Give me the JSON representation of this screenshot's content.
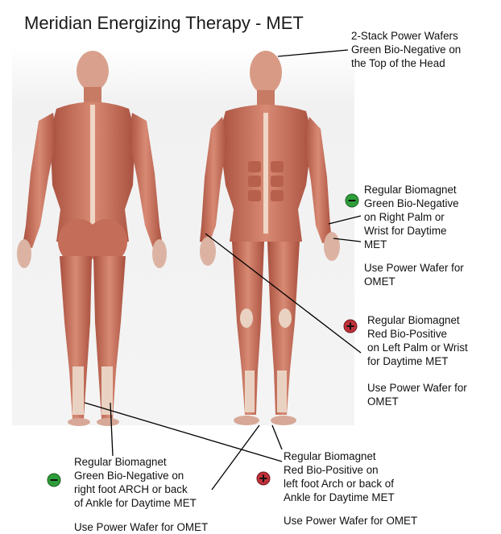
{
  "title": "Meridian Energizing Therapy - MET",
  "callouts": {
    "head": [
      "2-Stack Power Wafers",
      "Green Bio-Negative on",
      "the Top of the Head"
    ],
    "right_palm": [
      "Regular Biomagnet",
      "Green Bio-Negative",
      "on Right Palm or",
      "Wrist for Daytime",
      "MET"
    ],
    "right_palm_note": [
      "Use Power Wafer for",
      "OMET"
    ],
    "left_palm": [
      "Regular Biomagnet",
      "Red Bio-Positive",
      "on Left Palm or Wrist",
      "for Daytime MET"
    ],
    "left_palm_note": [
      "Use Power Wafer for",
      "OMET"
    ],
    "right_foot": [
      "Regular Biomagnet",
      "Green Bio-Negative on",
      "right foot ARCH or back",
      "of Ankle for Daytime MET"
    ],
    "right_foot_note": "Use Power Wafer for OMET",
    "left_foot": [
      "Regular Biomagnet",
      "Red Bio-Positive on",
      "left foot Arch or back of",
      "Ankle for Daytime MET"
    ],
    "left_foot_note": "Use Power Wafer for OMET"
  },
  "icons": {
    "negative": {
      "name": "green-negative-icon",
      "symbol": "−",
      "color": "#2e9e3a"
    },
    "positive": {
      "name": "red-positive-icon",
      "symbol": "+",
      "color": "#c0303a"
    }
  },
  "colors": {
    "muscle": "#c9705c",
    "muscle_dark": "#9e4a3a",
    "tendon": "#eed8c8",
    "bg_panel": "#f2f2f2"
  }
}
